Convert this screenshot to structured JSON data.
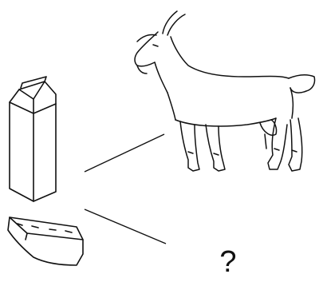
{
  "question_mark": "?",
  "items": {
    "left": [
      "milk-carton",
      "cheese-wedge"
    ],
    "right": [
      "goat",
      "unknown"
    ]
  }
}
